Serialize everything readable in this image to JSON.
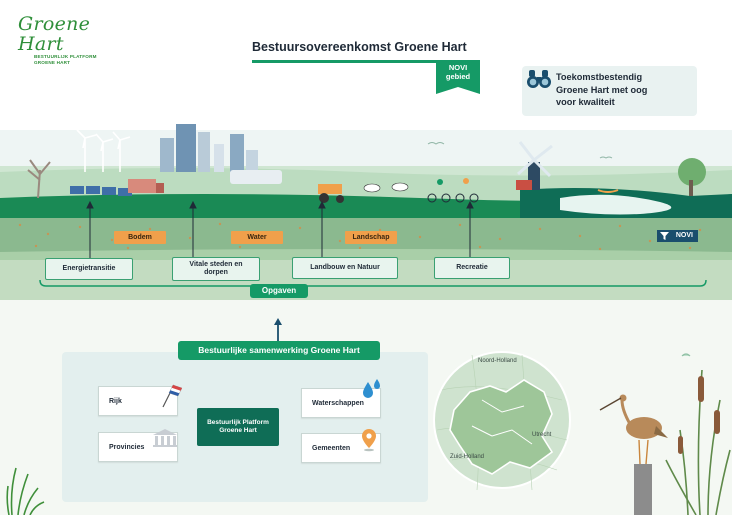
{
  "header": {
    "logo_name": "Groene Hart",
    "logo_subtitle_1": "BESTUURLIJK PLATFORM",
    "logo_subtitle_2": "GROENE HART",
    "title": "Bestuursovereenkomst Groene Hart",
    "novi_flag_1": "NOVI",
    "novi_flag_2": "gebied"
  },
  "vision": {
    "line1": "Toekomstbestendig",
    "line2": "Groene Hart met oog",
    "line3": "voor kwaliteit"
  },
  "themes": [
    "Bodem",
    "Water",
    "Landschap"
  ],
  "novi_tag": "NOVI",
  "opgaven": {
    "label": "Opgaven",
    "items": [
      {
        "line1": "Energietransitie",
        "line2": ""
      },
      {
        "line1": "Vitale steden en",
        "line2": "dorpen"
      },
      {
        "line1": "Landbouw en Natuur",
        "line2": ""
      },
      {
        "line1": "Recreatie",
        "line2": ""
      }
    ]
  },
  "governance": {
    "title": "Bestuurlijke samenwerking Groene Hart",
    "platform_1": "Bestuurlijk Platform",
    "platform_2": "Groene Hart",
    "partners": [
      "Rijk",
      "Provincies",
      "Waterschappen",
      "Gemeenten"
    ]
  },
  "map": {
    "labels": [
      "Noord-Holland",
      "Utrecht",
      "Zuid-Holland"
    ]
  },
  "colors": {
    "green": "#159a66",
    "dark_green": "#0f6d56",
    "orange": "#f0a04b",
    "navy": "#1a4e6d"
  }
}
